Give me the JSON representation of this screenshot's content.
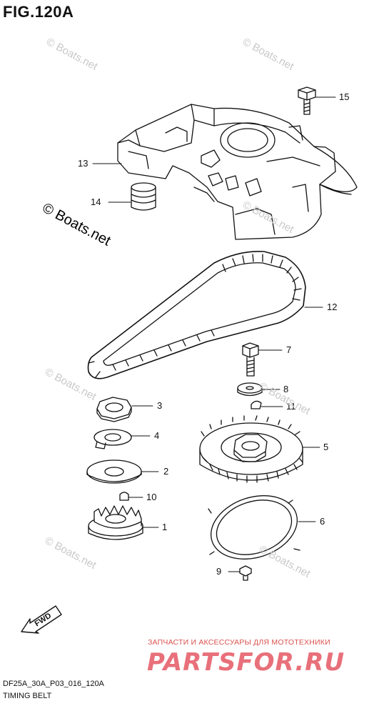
{
  "figure": {
    "title": "FIG.120A",
    "code": "DF25A_30A_P03_016_120A",
    "subtitle": "TIMING BELT"
  },
  "watermarks": {
    "main": "© Boats.net",
    "faint": "© Boats.net"
  },
  "callouts": [
    {
      "id": "15",
      "label": "15"
    },
    {
      "id": "13",
      "label": "13"
    },
    {
      "id": "14",
      "label": "14"
    },
    {
      "id": "12",
      "label": "12"
    },
    {
      "id": "7",
      "label": "7"
    },
    {
      "id": "8",
      "label": "8"
    },
    {
      "id": "3",
      "label": "3"
    },
    {
      "id": "11",
      "label": "11"
    },
    {
      "id": "4",
      "label": "4"
    },
    {
      "id": "5",
      "label": "5"
    },
    {
      "id": "2",
      "label": "2"
    },
    {
      "id": "10",
      "label": "10"
    },
    {
      "id": "1",
      "label": "1"
    },
    {
      "id": "6",
      "label": "6"
    },
    {
      "id": "9",
      "label": "9"
    }
  ],
  "fwd_label": "FWD",
  "dealer": {
    "tagline": "ЗАПЧАСТИ И АКСЕССУАРЫ ДЛЯ МОТОТЕХНИКИ",
    "logo": "PARTSFOR.RU"
  }
}
